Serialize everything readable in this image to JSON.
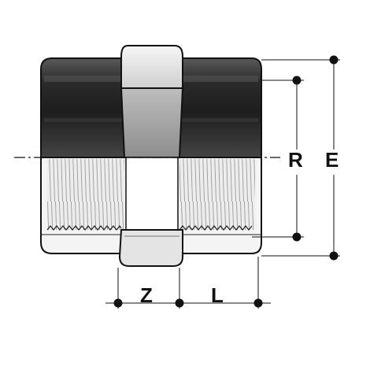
{
  "drawing": {
    "labels": {
      "R": "R",
      "E": "E",
      "Z": "Z",
      "L": "L"
    },
    "colors": {
      "ink": "#111111",
      "body_dark": "#2e2e2e",
      "body_light": "#f2f2f2",
      "hex_fill": "#d9d9d9",
      "thread_fill": "#e9e9e9"
    }
  }
}
